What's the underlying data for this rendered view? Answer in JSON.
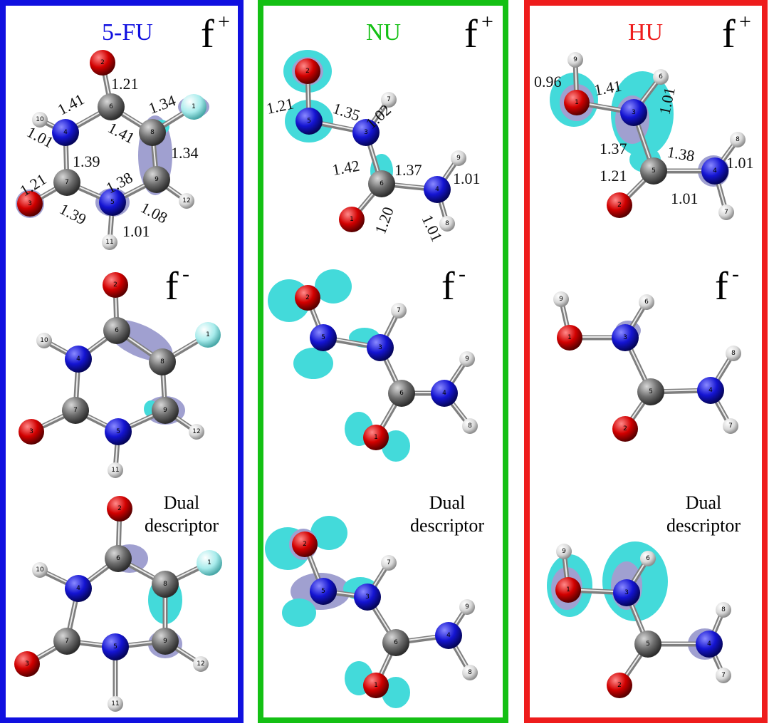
{
  "colors": {
    "panel_5fu": "#1010e0",
    "panel_nu": "#14c014",
    "panel_hu": "#ee1c1c",
    "lobe_cyan": "#22d4d4",
    "lobe_purple": "#8f8fc8",
    "atom_C": "#6e6e6e",
    "atom_N": "#1414d2",
    "atom_O": "#d20000",
    "atom_H": "#d8d8d8",
    "atom_F": "#a8ecec"
  },
  "panels": [
    {
      "id": "fu",
      "title": "5-FU",
      "frame_color": "#1010e0",
      "fplus": {
        "letter": "f",
        "sup": "+"
      },
      "fminus": {
        "letter": "f",
        "sup": "-"
      },
      "dual": {
        "line1": "Dual",
        "line2": "descriptor"
      },
      "bond_lengths": [
        "1.21",
        "1.41",
        "1.41",
        "1.34",
        "1.01",
        "1.39",
        "1.34",
        "1.21",
        "1.38",
        "1.39",
        "1.08",
        "1.01"
      ]
    },
    {
      "id": "nu",
      "title": "NU",
      "frame_color": "#14c014",
      "fplus": {
        "letter": "f",
        "sup": "+"
      },
      "fminus": {
        "letter": "f",
        "sup": "-"
      },
      "dual": {
        "line1": "Dual",
        "line2": "descriptor"
      },
      "bond_lengths": [
        "1.21",
        "1.35",
        "1.02",
        "1.42",
        "1.37",
        "1.01",
        "1.20",
        "1.01"
      ]
    },
    {
      "id": "hu",
      "title": "HU",
      "frame_color": "#ee1c1c",
      "fplus": {
        "letter": "f",
        "sup": "+"
      },
      "fminus": {
        "letter": "f",
        "sup": "-"
      },
      "dual": {
        "line1": "Dual",
        "line2": "descriptor"
      },
      "bond_lengths": [
        "0.96",
        "1.41",
        "1.01",
        "1.37",
        "1.38",
        "1.21",
        "1.01",
        "1.01"
      ]
    }
  ],
  "molecules": {
    "fu": {
      "atoms": [
        {
          "n": "1",
          "el": "F"
        },
        {
          "n": "2",
          "el": "O"
        },
        {
          "n": "3",
          "el": "O"
        },
        {
          "n": "4",
          "el": "N"
        },
        {
          "n": "5",
          "el": "N"
        },
        {
          "n": "6",
          "el": "C"
        },
        {
          "n": "7",
          "el": "C"
        },
        {
          "n": "8",
          "el": "C"
        },
        {
          "n": "9",
          "el": "C"
        },
        {
          "n": "10",
          "el": "H"
        },
        {
          "n": "11",
          "el": "H"
        },
        {
          "n": "12",
          "el": "H"
        }
      ],
      "bonds": [
        [
          "2",
          "6"
        ],
        [
          "6",
          "4"
        ],
        [
          "6",
          "8"
        ],
        [
          "8",
          "1"
        ],
        [
          "8",
          "9"
        ],
        [
          "9",
          "5"
        ],
        [
          "9",
          "12"
        ],
        [
          "5",
          "7"
        ],
        [
          "5",
          "11"
        ],
        [
          "7",
          "3"
        ],
        [
          "7",
          "4"
        ],
        [
          "4",
          "10"
        ]
      ]
    },
    "nu": {
      "atoms": [
        {
          "n": "1",
          "el": "O"
        },
        {
          "n": "2",
          "el": "O"
        },
        {
          "n": "3",
          "el": "N"
        },
        {
          "n": "4",
          "el": "N"
        },
        {
          "n": "5",
          "el": "N"
        },
        {
          "n": "6",
          "el": "C"
        },
        {
          "n": "7",
          "el": "H"
        },
        {
          "n": "8",
          "el": "H"
        },
        {
          "n": "9",
          "el": "H"
        }
      ],
      "bonds": [
        [
          "2",
          "5"
        ],
        [
          "5",
          "3"
        ],
        [
          "3",
          "7"
        ],
        [
          "3",
          "6"
        ],
        [
          "6",
          "1"
        ],
        [
          "6",
          "4"
        ],
        [
          "4",
          "9"
        ],
        [
          "4",
          "8"
        ]
      ]
    },
    "hu": {
      "atoms": [
        {
          "n": "1",
          "el": "O"
        },
        {
          "n": "2",
          "el": "O"
        },
        {
          "n": "3",
          "el": "N"
        },
        {
          "n": "4",
          "el": "N"
        },
        {
          "n": "5",
          "el": "C"
        },
        {
          "n": "6",
          "el": "H"
        },
        {
          "n": "7",
          "el": "H"
        },
        {
          "n": "8",
          "el": "H"
        },
        {
          "n": "9",
          "el": "H"
        }
      ],
      "bonds": [
        [
          "9",
          "1"
        ],
        [
          "1",
          "3"
        ],
        [
          "3",
          "6"
        ],
        [
          "3",
          "5"
        ],
        [
          "5",
          "2"
        ],
        [
          "5",
          "4"
        ],
        [
          "4",
          "8"
        ],
        [
          "4",
          "7"
        ]
      ]
    }
  }
}
